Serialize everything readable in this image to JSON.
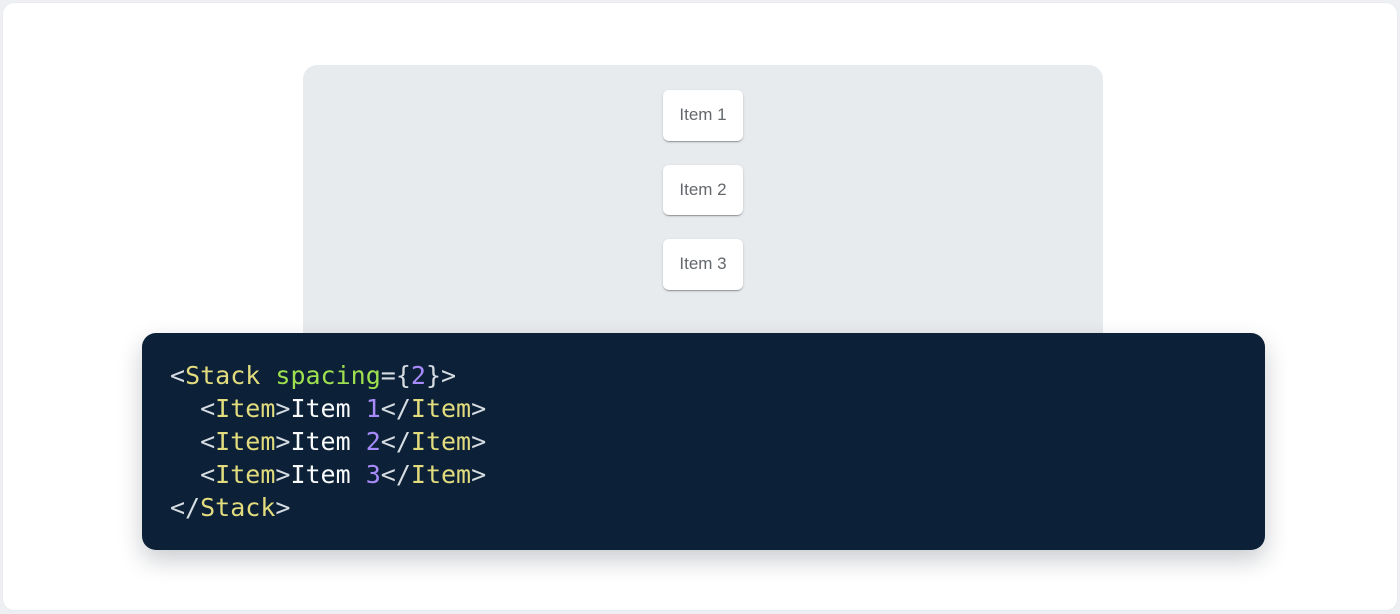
{
  "colors": {
    "page_background": "#edeff2",
    "surface": "#ffffff",
    "demo_panel_background": "#e8ebee",
    "item_card_background": "#ffffff",
    "item_text": "#64686c",
    "code_background": "#0c2137",
    "code_tag": "#e2dc7e",
    "code_attr_name": "#9ee04f",
    "code_number": "#a78bfa",
    "code_punctuation": "#d6dce2",
    "code_text": "#f8fafc"
  },
  "demo": {
    "items": [
      {
        "label": "Item 1"
      },
      {
        "label": "Item 2"
      },
      {
        "label": "Item 3"
      }
    ]
  },
  "code": {
    "language": "jsx",
    "lines": [
      {
        "tokens": [
          {
            "text": "<",
            "type": "punctuation"
          },
          {
            "text": "Stack",
            "type": "tag"
          },
          {
            "text": " ",
            "type": "plain"
          },
          {
            "text": "spacing",
            "type": "attr-name"
          },
          {
            "text": "=",
            "type": "punctuation"
          },
          {
            "text": "{",
            "type": "punctuation"
          },
          {
            "text": "2",
            "type": "number"
          },
          {
            "text": "}",
            "type": "punctuation"
          },
          {
            "text": ">",
            "type": "punctuation"
          }
        ]
      },
      {
        "tokens": [
          {
            "text": "  ",
            "type": "plain"
          },
          {
            "text": "<",
            "type": "punctuation"
          },
          {
            "text": "Item",
            "type": "tag"
          },
          {
            "text": ">",
            "type": "punctuation"
          },
          {
            "text": "Item ",
            "type": "plain"
          },
          {
            "text": "1",
            "type": "number"
          },
          {
            "text": "</",
            "type": "punctuation"
          },
          {
            "text": "Item",
            "type": "tag"
          },
          {
            "text": ">",
            "type": "punctuation"
          }
        ]
      },
      {
        "tokens": [
          {
            "text": "  ",
            "type": "plain"
          },
          {
            "text": "<",
            "type": "punctuation"
          },
          {
            "text": "Item",
            "type": "tag"
          },
          {
            "text": ">",
            "type": "punctuation"
          },
          {
            "text": "Item ",
            "type": "plain"
          },
          {
            "text": "2",
            "type": "number"
          },
          {
            "text": "</",
            "type": "punctuation"
          },
          {
            "text": "Item",
            "type": "tag"
          },
          {
            "text": ">",
            "type": "punctuation"
          }
        ]
      },
      {
        "tokens": [
          {
            "text": "  ",
            "type": "plain"
          },
          {
            "text": "<",
            "type": "punctuation"
          },
          {
            "text": "Item",
            "type": "tag"
          },
          {
            "text": ">",
            "type": "punctuation"
          },
          {
            "text": "Item ",
            "type": "plain"
          },
          {
            "text": "3",
            "type": "number"
          },
          {
            "text": "</",
            "type": "punctuation"
          },
          {
            "text": "Item",
            "type": "tag"
          },
          {
            "text": ">",
            "type": "punctuation"
          }
        ]
      },
      {
        "tokens": [
          {
            "text": "</",
            "type": "punctuation"
          },
          {
            "text": "Stack",
            "type": "tag"
          },
          {
            "text": ">",
            "type": "punctuation"
          }
        ]
      }
    ]
  }
}
